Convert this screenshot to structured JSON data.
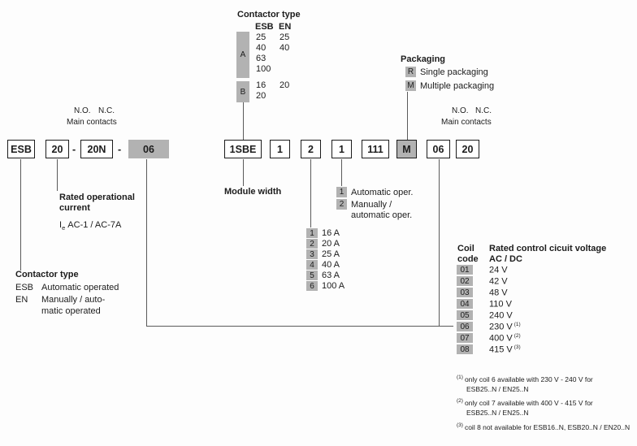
{
  "colors": {
    "chip_gray": "#b2b2b2",
    "line": "#5a5a5a",
    "box_border": "#1c1c1c"
  },
  "top_type": {
    "title": "Contactor type",
    "col_esb": "ESB",
    "col_en": "EN",
    "group_a": {
      "code": "A",
      "esb": [
        "25",
        "40",
        "63",
        "100"
      ],
      "en": [
        "25",
        "40"
      ]
    },
    "group_b": {
      "code": "B",
      "esb": [
        "16",
        "20"
      ],
      "en": [
        "20"
      ]
    }
  },
  "packaging": {
    "title": "Packaging",
    "items": [
      {
        "code": "R",
        "label": "Single packaging"
      },
      {
        "code": "M",
        "label": "Multiple packaging"
      }
    ]
  },
  "contacts_left": {
    "no": "N.O.",
    "nc": "N.C.",
    "label": "Main contacts"
  },
  "contacts_right": {
    "no": "N.O.",
    "nc": "N.C.",
    "label": "Main contacts"
  },
  "left_code": {
    "seg1": "ESB",
    "seg2": "20",
    "dash1": "-",
    "seg3": "20N",
    "dash2": "-",
    "seg4": "06"
  },
  "right_code": {
    "seg1": "1SBE",
    "seg2": "1",
    "seg3": "2",
    "seg4": "1",
    "seg5": "111",
    "seg6": "M",
    "seg7": "06",
    "seg8": "20"
  },
  "module_width": "Module width",
  "operation": {
    "items": [
      {
        "code": "1",
        "label": "Automatic oper."
      },
      {
        "code": "2",
        "label": "Manually /",
        "label2": "automatic oper."
      }
    ]
  },
  "current_list": [
    {
      "code": "1",
      "label": "16 A"
    },
    {
      "code": "2",
      "label": "20 A"
    },
    {
      "code": "3",
      "label": "25 A"
    },
    {
      "code": "4",
      "label": "40 A"
    },
    {
      "code": "5",
      "label": "63 A"
    },
    {
      "code": "6",
      "label": "100 A"
    }
  ],
  "rated_current": {
    "title1": "Rated operational",
    "title2": "current",
    "symbol": "I",
    "symbol_sub": "e",
    "detail": "AC-1 / AC-7A"
  },
  "left_type": {
    "title": "Contactor type",
    "rows": [
      {
        "code": "ESB",
        "label": "Automatic operated"
      },
      {
        "code": "EN",
        "label": "Manually / auto-",
        "label2": "matic operated"
      }
    ]
  },
  "coil": {
    "h_coil": "Coil",
    "h_code": "code",
    "h_voltage": "Rated control cicuit voltage",
    "h_acdc": "AC / DC",
    "rows": [
      {
        "code": "01",
        "value": "24 V"
      },
      {
        "code": "02",
        "value": "42 V"
      },
      {
        "code": "03",
        "value": "48 V"
      },
      {
        "code": "04",
        "value": "110 V"
      },
      {
        "code": "05",
        "value": "240 V"
      },
      {
        "code": "06",
        "value": "230 V",
        "sup": "(1)"
      },
      {
        "code": "07",
        "value": "400 V",
        "sup": "(2)"
      },
      {
        "code": "08",
        "value": "415 V",
        "sup": "(3)"
      }
    ]
  },
  "footnotes": [
    {
      "sup": "(1)",
      "line1": "only coil 6 available with 230 V - 240 V for",
      "line2": "ESB25..N / EN25..N"
    },
    {
      "sup": "(2)",
      "line1": "only coil 7 available with 400 V - 415 V for",
      "line2": "ESB25..N / EN25..N"
    },
    {
      "sup": "(3)",
      "line1": "coil 8 not available for ESB16..N, ESB20..N / EN20..N"
    }
  ]
}
